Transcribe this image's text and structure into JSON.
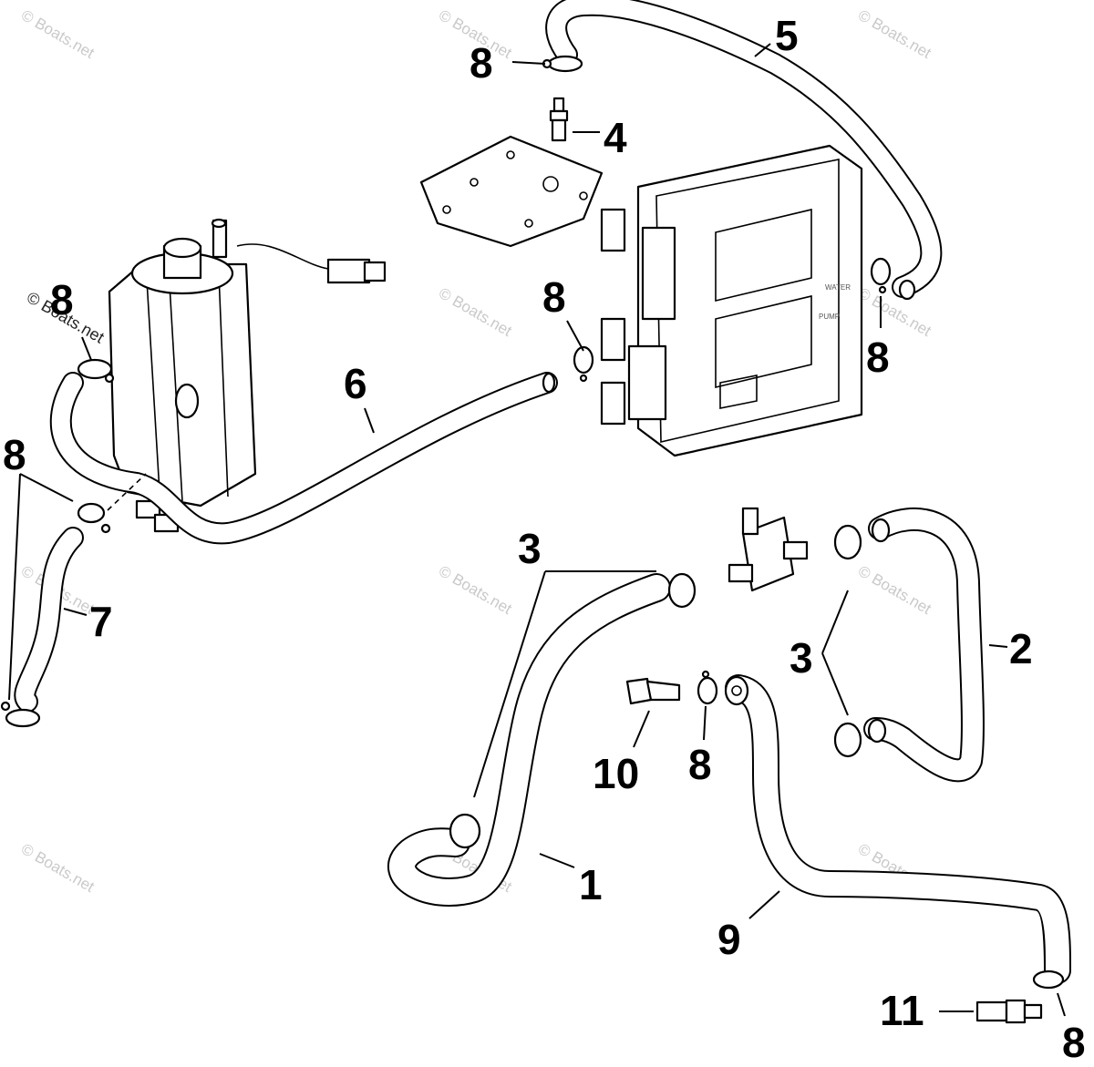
{
  "watermark": "© Boats.net",
  "module_labels": {
    "top": "WATER",
    "bottom": "PUMP"
  },
  "callouts": [
    {
      "id": "c5",
      "text": "5"
    },
    {
      "id": "c8a",
      "text": "8"
    },
    {
      "id": "c4",
      "text": "4"
    },
    {
      "id": "c8b",
      "text": "8"
    },
    {
      "id": "c8c",
      "text": "8"
    },
    {
      "id": "c8d",
      "text": "8"
    },
    {
      "id": "c6",
      "text": "6"
    },
    {
      "id": "c8e",
      "text": "8"
    },
    {
      "id": "c7",
      "text": "7"
    },
    {
      "id": "c3a",
      "text": "3"
    },
    {
      "id": "c3b",
      "text": "3"
    },
    {
      "id": "c2",
      "text": "2"
    },
    {
      "id": "c10",
      "text": "10"
    },
    {
      "id": "c8f",
      "text": "8"
    },
    {
      "id": "c1",
      "text": "1"
    },
    {
      "id": "c9",
      "text": "9"
    },
    {
      "id": "c11",
      "text": "11"
    },
    {
      "id": "c8g",
      "text": "8"
    }
  ]
}
